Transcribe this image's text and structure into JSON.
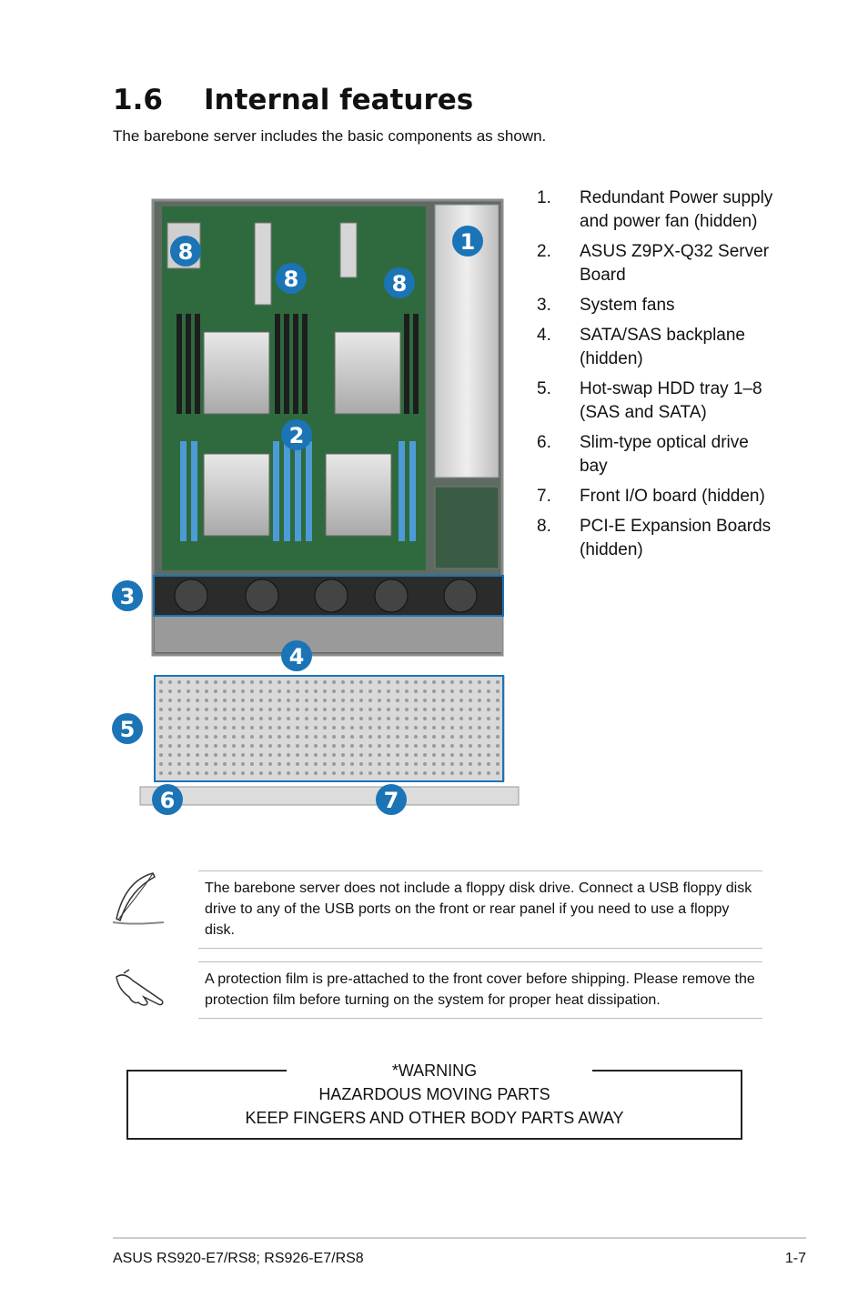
{
  "section": {
    "number": "1.6",
    "title": "Internal features"
  },
  "intro": "The barebone server includes the basic components as shown.",
  "callouts": [
    "1",
    "2",
    "3",
    "4",
    "5",
    "6",
    "7",
    "8"
  ],
  "components": [
    {
      "num": "1.",
      "text": "Redundant Power supply and power fan (hidden)"
    },
    {
      "num": "2.",
      "text": "ASUS Z9PX-Q32 Server Board"
    },
    {
      "num": "3.",
      "text": "System fans"
    },
    {
      "num": "4.",
      "text": "SATA/SAS backplane (hidden)"
    },
    {
      "num": "5.",
      "text": "Hot-swap HDD tray 1–8 (SAS and SATA)"
    },
    {
      "num": "6.",
      "text": "Slim-type optical drive bay"
    },
    {
      "num": "7.",
      "text": "Front I/O board (hidden)"
    },
    {
      "num": "8.",
      "text": "PCI-E Expansion Boards (hidden)"
    }
  ],
  "notes": [
    {
      "icon": "feather-pen-icon",
      "text": "The barebone server does not include a floppy disk drive. Connect a USB floppy disk drive to any of the USB ports on the front or rear panel if you need to use a floppy disk."
    },
    {
      "icon": "pointing-hand-icon",
      "text": "A protection film is pre-attached to the front cover before shipping. Please remove the protection film before turning on the system for proper heat dissipation."
    }
  ],
  "warning": {
    "line1": "*WARNING",
    "line2": "HAZARDOUS MOVING PARTS",
    "line3": "KEEP FINGERS AND OTHER BODY PARTS AWAY"
  },
  "footer": {
    "left": "ASUS RS920-E7/RS8; RS926-E7/RS8",
    "right": "1-7"
  },
  "colors": {
    "callout": "#1b74b6",
    "highlight_box": "#1b74b6"
  }
}
